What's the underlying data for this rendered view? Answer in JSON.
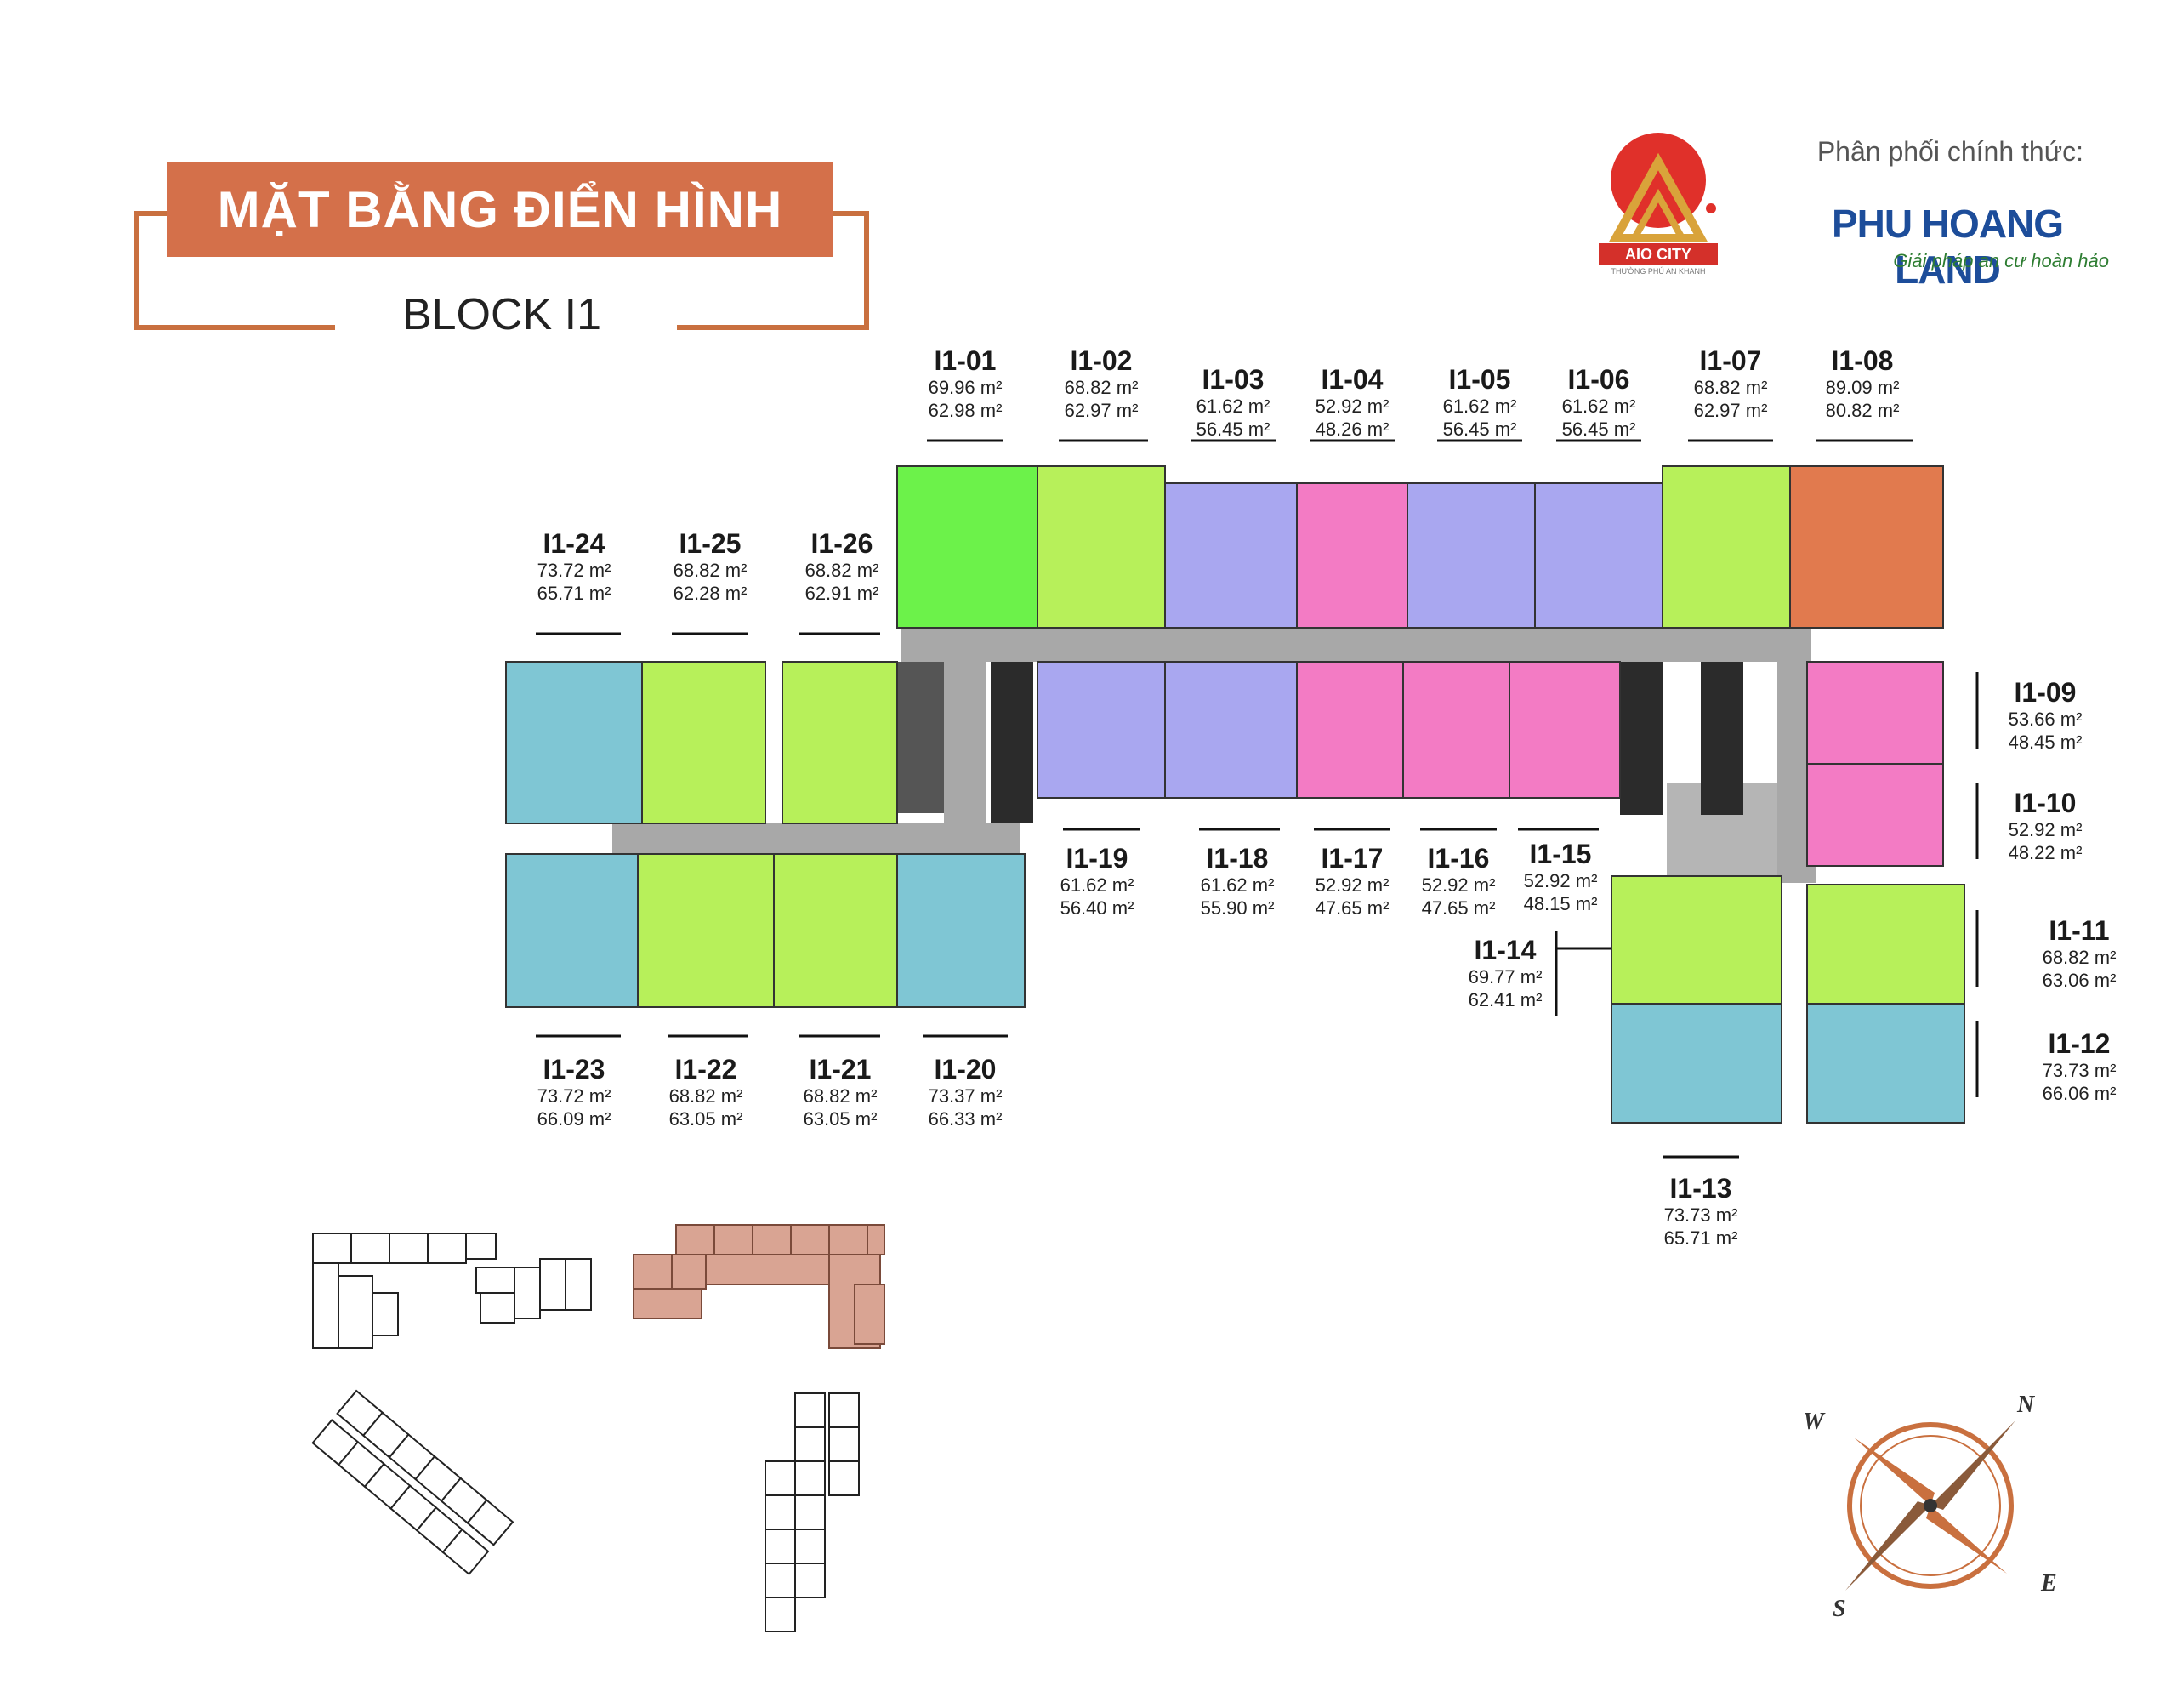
{
  "header": {
    "title": "MẶT BẰNG ĐIỂN HÌNH",
    "subtitle": "BLOCK I1"
  },
  "brand": {
    "aio_logo_text": "AIO CITY",
    "aio_logo_subtext": "THƯỜNG PHÚ AN KHANH",
    "distributor_label": "Phân phối chính thức:",
    "distributor_name": "PHU HOANG LAND",
    "distributor_tagline": "Giải pháp an cư hoàn hảo"
  },
  "colors": {
    "title_bg": "#d4704a",
    "frame": "#c9703f",
    "green_bright": "#6cf24a",
    "green_lime": "#b7f05a",
    "lavender": "#a9a7f0",
    "pink": "#f37bc4",
    "orange": "#e17a4e",
    "teal": "#7fc6d4",
    "corridor": "#a8a8a8",
    "highlight_block": "#d9a493"
  },
  "units": [
    {
      "code": "I1-01",
      "a1": "69.96 m²",
      "a2": "62.98 m²"
    },
    {
      "code": "I1-02",
      "a1": "68.82 m²",
      "a2": "62.97 m²"
    },
    {
      "code": "I1-03",
      "a1": "61.62 m²",
      "a2": "56.45 m²"
    },
    {
      "code": "I1-04",
      "a1": "52.92 m²",
      "a2": "48.26 m²"
    },
    {
      "code": "I1-05",
      "a1": "61.62 m²",
      "a2": "56.45 m²"
    },
    {
      "code": "I1-06",
      "a1": "61.62 m²",
      "a2": "56.45 m²"
    },
    {
      "code": "I1-07",
      "a1": "68.82 m²",
      "a2": "62.97 m²"
    },
    {
      "code": "I1-08",
      "a1": "89.09 m²",
      "a2": "80.82 m²"
    },
    {
      "code": "I1-09",
      "a1": "53.66 m²",
      "a2": "48.45 m²"
    },
    {
      "code": "I1-10",
      "a1": "52.92 m²",
      "a2": "48.22 m²"
    },
    {
      "code": "I1-11",
      "a1": "68.82 m²",
      "a2": "63.06 m²"
    },
    {
      "code": "I1-12",
      "a1": "73.73 m²",
      "a2": "66.06 m²"
    },
    {
      "code": "I1-13",
      "a1": "73.73 m²",
      "a2": "65.71 m²"
    },
    {
      "code": "I1-14",
      "a1": "69.77 m²",
      "a2": "62.41 m²"
    },
    {
      "code": "I1-15",
      "a1": "52.92 m²",
      "a2": "48.15 m²"
    },
    {
      "code": "I1-16",
      "a1": "52.92 m²",
      "a2": "47.65 m²"
    },
    {
      "code": "I1-17",
      "a1": "52.92 m²",
      "a2": "47.65 m²"
    },
    {
      "code": "I1-18",
      "a1": "61.62 m²",
      "a2": "55.90 m²"
    },
    {
      "code": "I1-19",
      "a1": "61.62 m²",
      "a2": "56.40 m²"
    },
    {
      "code": "I1-20",
      "a1": "73.37 m²",
      "a2": "66.33 m²"
    },
    {
      "code": "I1-21",
      "a1": "68.82 m²",
      "a2": "63.05 m²"
    },
    {
      "code": "I1-22",
      "a1": "68.82 m²",
      "a2": "63.05 m²"
    },
    {
      "code": "I1-23",
      "a1": "73.72 m²",
      "a2": "66.09 m²"
    },
    {
      "code": "I1-24",
      "a1": "73.72 m²",
      "a2": "65.71 m²"
    },
    {
      "code": "I1-25",
      "a1": "68.82 m²",
      "a2": "62.28 m²"
    },
    {
      "code": "I1-26",
      "a1": "68.82 m²",
      "a2": "62.91 m²"
    }
  ],
  "compass": {
    "n": "N",
    "e": "E",
    "s": "S",
    "w": "W"
  }
}
